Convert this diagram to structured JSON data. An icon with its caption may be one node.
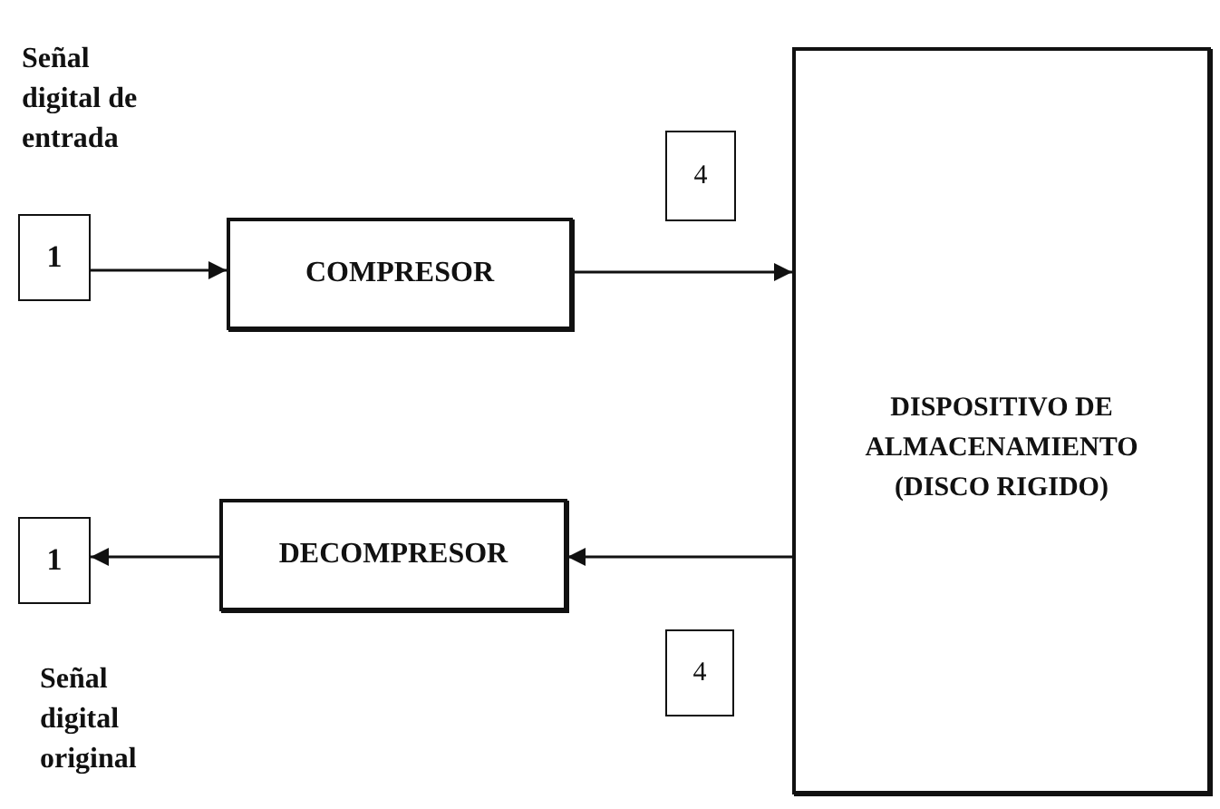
{
  "diagram": {
    "nodes": [
      {
        "text": [
          "1"
        ],
        "beside": [
          "Señal digital de entrada"
        ]
      },
      {
        "text": [
          "COMPRESOR"
        ]
      },
      {
        "text": [
          "4"
        ]
      },
      {
        "text": [
          "DISPOSITIVO DE ALMACENAMIENTO (DISCO RIGIDO)"
        ]
      },
      {
        "text": [
          "DECOMPRESOR"
        ]
      },
      {
        "text": [
          "1"
        ],
        "beside": [
          "Señal digital original"
        ]
      },
      {
        "text": [
          "4"
        ]
      }
    ],
    "edges": [
      {
        "from": 0,
        "to": 1,
        "arrow": "to"
      },
      {
        "from": 1,
        "to": 3,
        "arrow": "to"
      },
      {
        "from": 3,
        "to": 4,
        "arrow": "to"
      },
      {
        "from": 4,
        "to": 5,
        "arrow": "to"
      }
    ]
  }
}
